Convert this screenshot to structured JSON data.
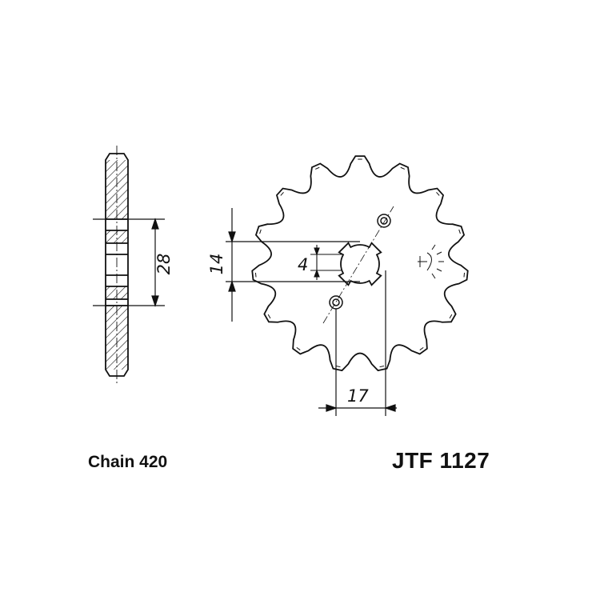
{
  "drawing": {
    "tooth_count": 15,
    "dimensions": {
      "hub_width": "28",
      "spline_width": "14",
      "key_height": "4",
      "offset": "17"
    }
  },
  "captions": {
    "chain": "Chain 420",
    "part_number": "JTF 1127"
  },
  "colors": {
    "line": "#111111",
    "background": "#ffffff"
  }
}
